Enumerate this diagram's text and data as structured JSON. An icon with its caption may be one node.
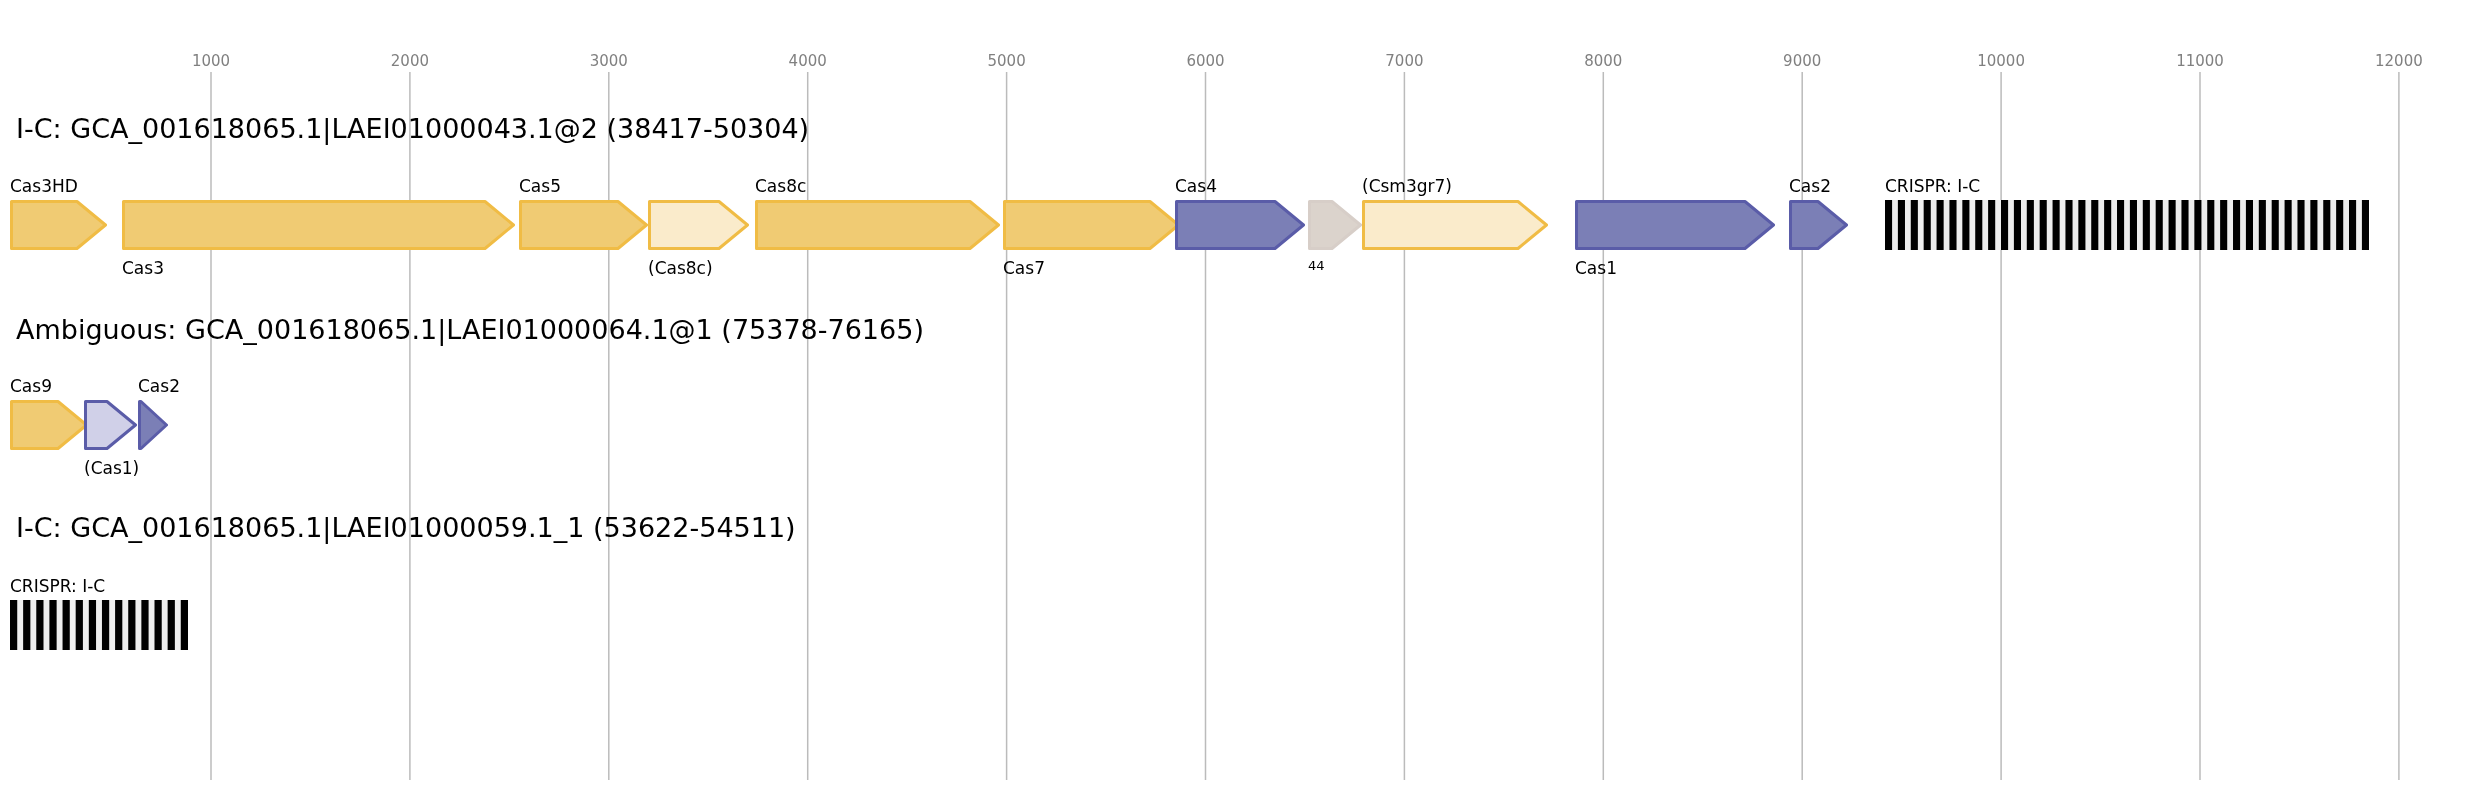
{
  "diagram": {
    "nodes": [
      {
        "text": [
          "Cas3HD"
        ]
      },
      {
        "text": [
          "Cas3"
        ]
      },
      {
        "text": [
          "Cas5"
        ]
      },
      {
        "text": [
          "(Cas8c)"
        ]
      },
      {
        "text": [
          "Cas8c"
        ]
      },
      {
        "text": [
          "Cas7"
        ]
      },
      {
        "text": [
          "Cas4"
        ]
      },
      {
        "text": [
          "44"
        ]
      },
      {
        "text": [
          "(Csm3gr7)"
        ]
      },
      {
        "text": [
          "Cas1"
        ]
      },
      {
        "text": [
          "Cas2"
        ]
      },
      {
        "text": [
          "CRISPR: I-C"
        ]
      },
      {
        "text": [
          "Cas9"
        ]
      },
      {
        "text": [
          "(Cas1)"
        ]
      },
      {
        "text": [
          "Cas2"
        ]
      },
      {
        "text": [
          "CRISPR: I-C"
        ]
      }
    ],
    "edges": [],
    "labels": [
      "1000",
      "2000",
      "3000",
      "4000",
      "5000",
      "6000",
      "7000",
      "8000",
      "9000",
      "10000",
      "11000",
      "12000",
      "I-C: GCA_001618065.1|LAEI01000043.1@2 (38417-50304)",
      "Ambiguous: GCA_001618065.1|LAEI01000064.1@1 (75378-76165)",
      "I-C: GCA_001618065.1|LAEI01000059.1_1 (53622-54511)"
    ]
  }
}
